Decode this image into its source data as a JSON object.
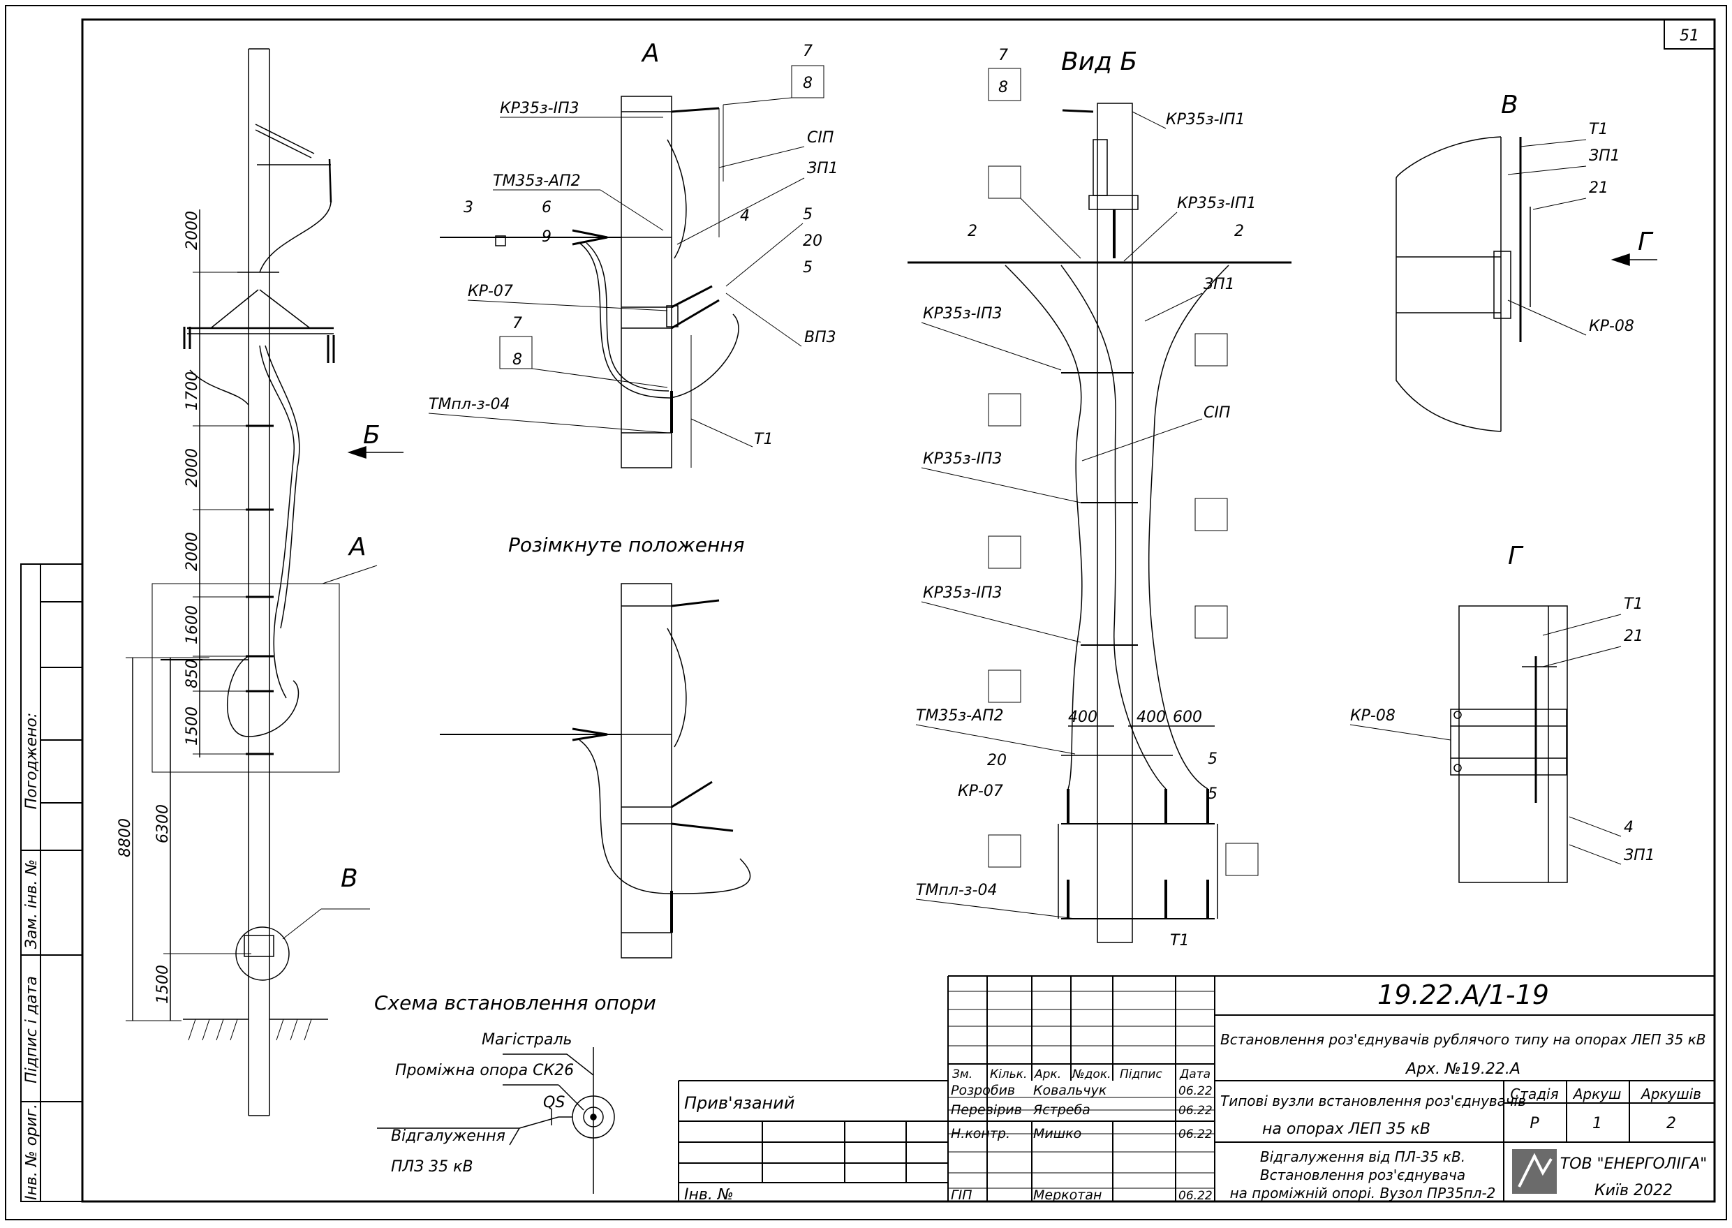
{
  "sheet_number": "51",
  "side_stamp": {
    "approved": "Погоджено:",
    "replaced_inv": "Зам. інв. №",
    "sign_date": "Підпис і дата",
    "orig_inv": "Інв. № ориг."
  },
  "main_view": {
    "dims_left": [
      "2000",
      "1700",
      "2000",
      "2000",
      "1600",
      "850",
      "1500",
      "1500"
    ],
    "dim_total": "8800",
    "dim_6300": "6300",
    "callout_a": "А",
    "callout_b": "Б",
    "callout_v": "В"
  },
  "detail_a": {
    "title": "А",
    "labels": {
      "kr35z_ip3": "КР35з-ІП3",
      "tm35z_ap2": "ТМ35з-АП2",
      "kr_07": "КР-07",
      "tmpl_z_04": "ТМпл-з-04",
      "sip": "СІП",
      "zp1": "ЗП1",
      "vp3": "ВП3",
      "t1": "Т1",
      "n3": "3",
      "n6": "6",
      "n9": "9",
      "n4": "4",
      "n5a": "5",
      "n20": "20",
      "n5b": "5",
      "n7a": "7",
      "n8a": "8",
      "n7b": "7",
      "n8b": "8"
    }
  },
  "open_position_title": "Розімкнуте положення",
  "view_b": {
    "title": "Вид Б",
    "labels": {
      "kr35z_ip1_top": "КР35з-ІП1",
      "kr35z_ip1_mid": "КР35з-ІП1",
      "zp1": "ЗП1",
      "sip": "СІП",
      "kr35z_ip3_a": "КР35з-ІП3",
      "kr35z_ip3_b": "КР35з-ІП3",
      "kr35z_ip3_c": "КР35з-ІП3",
      "tm35z_ap2": "ТМ35з-АП2",
      "n20": "20",
      "kr_07": "КР-07",
      "tmpl_z_04": "ТМпл-з-04",
      "t1": "Т1",
      "n2a": "2",
      "n2b": "2",
      "n5a": "5",
      "n5b": "5",
      "d400a": "400",
      "d400b": "400",
      "d600": "600",
      "n7": "7",
      "n8": "8"
    }
  },
  "view_v": {
    "title": "В",
    "labels": {
      "t1": "Т1",
      "zp1": "ЗП1",
      "n21": "21",
      "kr_08": "КР-08",
      "arrow": "Г"
    }
  },
  "view_g": {
    "title": "Г",
    "labels": {
      "t1": "Т1",
      "n21": "21",
      "kr_08": "КР-08",
      "n4": "4",
      "zp1": "ЗП1"
    }
  },
  "scheme": {
    "title": "Схема встановлення опори",
    "main_line": "Магістраль",
    "support": "Проміжна опора СК26",
    "qs": "QS",
    "branch": "Відгалуження",
    "plz": "ПЛЗ 35 кВ"
  },
  "title_block": {
    "code": "19.22.А/1-19",
    "project_title": "Встановлення роз'єднувачів рублячого типу на опорах ЛЕП 35 кВ",
    "arch": "Арх. №19.22.А",
    "tb_subject_1": "Типові вузли встановлення роз'єднувачів",
    "tb_subject_2": "на опорах ЛЕП 35 кВ",
    "sheet_title_1": "Відгалуження від ПЛ-35 кВ.",
    "sheet_title_2": "Встановлення роз'єднувача",
    "sheet_title_3": "на проміжній опорі. Вузол ПР35пл-2",
    "header_cols": [
      "Зм.",
      "Кільк.",
      "Арк.",
      "№док.",
      "Підпис",
      "Дата"
    ],
    "rows": [
      {
        "role": "Розробив",
        "name": "Ковальчук",
        "date": "06.22"
      },
      {
        "role": "Перевірив",
        "name": "Ястреба",
        "date": "06.22"
      },
      {
        "role": "Н.контр.",
        "name": "Мишко",
        "date": "06.22"
      },
      {
        "role": "ГІП",
        "name": "Меркотан",
        "date": "06.22"
      }
    ],
    "stage_h": "Стадія",
    "sheet_h": "Аркуш",
    "sheets_h": "Аркушів",
    "stage": "Р",
    "sheet": "1",
    "sheets": "2",
    "company": "ТОВ \"ЕНЕРГОЛІГА\"",
    "city": "Київ 2022",
    "bound": "Прив'язаний",
    "inv_no": "Інв. №"
  }
}
